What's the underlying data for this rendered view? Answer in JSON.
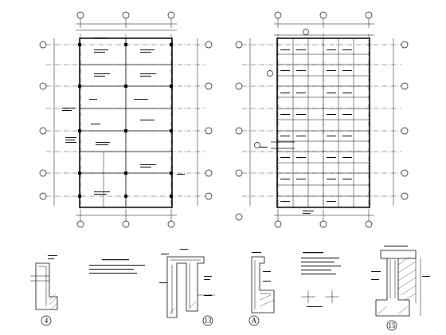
{
  "details": [
    {
      "number": "4"
    },
    {
      "number": "13"
    },
    {
      "number": "A"
    },
    {
      "number": "15"
    }
  ]
}
